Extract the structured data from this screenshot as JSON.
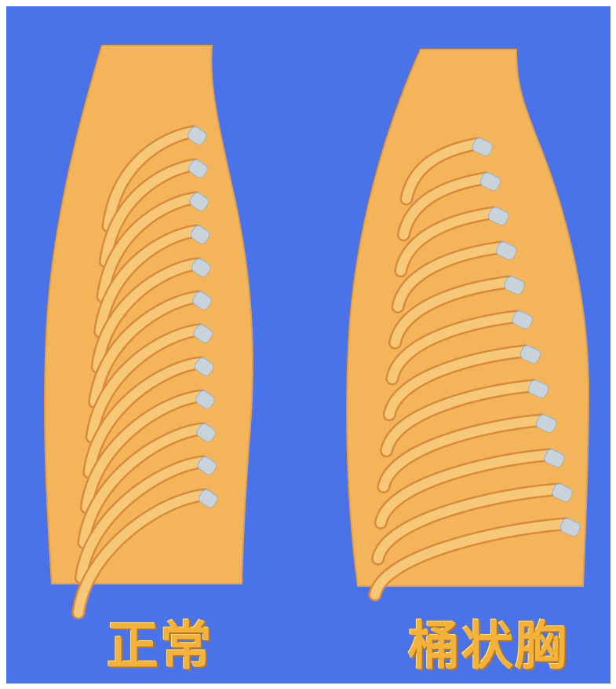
{
  "figure": {
    "panels": [
      {
        "id": "normal",
        "caption": "正常"
      },
      {
        "id": "barrel",
        "caption": "桶状胸"
      }
    ],
    "colors": {
      "background": "#4a73ea",
      "torso": "#f3b45a",
      "rib": "#f7c877",
      "rib_outline": "#d98a3a",
      "cartilage": "#c9d3dc",
      "caption": "#f3b23a"
    }
  }
}
